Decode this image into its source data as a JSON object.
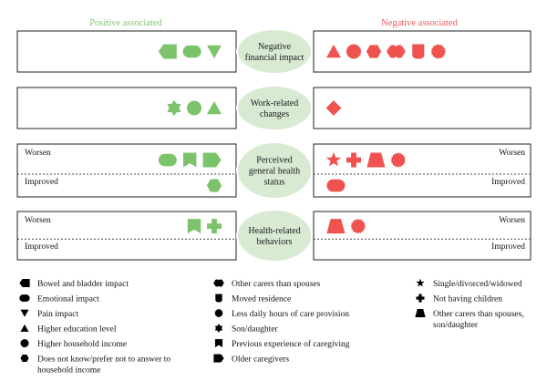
{
  "headers": {
    "positive": "Positive associated",
    "negative": "Negative associated"
  },
  "colors": {
    "positive": "#7dc36b",
    "negative": "#ef5350",
    "ellipse_fill": "#d9ead3",
    "frame": "#222222"
  },
  "rows": [
    {
      "id": "financial",
      "label_lines": [
        "Negative",
        "financial impact"
      ],
      "split": false,
      "left_top": [
        "pentagon-left",
        "stadium",
        "triangle-down"
      ],
      "right_top": [
        "triangle-up",
        "circle",
        "hexagon",
        "cloud",
        "shield",
        "wavy-circle"
      ]
    },
    {
      "id": "work",
      "label_lines": [
        "Work-related",
        "changes"
      ],
      "split": false,
      "left_top": [
        "star6",
        "circle",
        "triangle-up"
      ],
      "right_top": [
        "diamond"
      ]
    },
    {
      "id": "health_status",
      "label_lines": [
        "Perceived",
        "general health",
        "status"
      ],
      "split": true,
      "top_label": "Worsen",
      "bottom_label": "Improved",
      "left_top": [
        "stadium",
        "banner",
        "pentagon-right"
      ],
      "left_bottom": [
        "hexagon"
      ],
      "right_top": [
        "star5",
        "cross",
        "trapezoid",
        "wavy-circle"
      ],
      "right_bottom": [
        "stadium"
      ]
    },
    {
      "id": "behaviors",
      "label_lines": [
        "Health-related",
        "behaviors"
      ],
      "split": true,
      "top_label": "Worsen",
      "bottom_label": "Improved",
      "left_top": [
        "banner",
        "cross"
      ],
      "left_bottom": [],
      "right_top": [
        "trapezoid",
        "wavy-circle"
      ],
      "right_bottom": []
    }
  ],
  "legend": [
    {
      "icon": "pentagon-left",
      "lines": [
        "Bowel and bladder impact"
      ]
    },
    {
      "icon": "stadium",
      "lines": [
        "Emotional impact"
      ]
    },
    {
      "icon": "triangle-down",
      "lines": [
        "Pain impact"
      ]
    },
    {
      "icon": "triangle-up",
      "lines": [
        "Higher education level"
      ]
    },
    {
      "icon": "circle",
      "lines": [
        "Higher household income"
      ]
    },
    {
      "icon": "hexagon",
      "lines": [
        "Does not know/prefer not to answer to",
        "household income"
      ]
    },
    {
      "icon": "cloud",
      "lines": [
        "Other carers than spouses"
      ]
    },
    {
      "icon": "shield",
      "lines": [
        "Moved residence"
      ]
    },
    {
      "icon": "wavy-circle",
      "lines": [
        "Less daily hours of care provision"
      ]
    },
    {
      "icon": "star6",
      "lines": [
        "Son/daughter"
      ]
    },
    {
      "icon": "banner",
      "lines": [
        "Previous experience of caregiving"
      ]
    },
    {
      "icon": "pentagon-right",
      "lines": [
        "Older caregivers"
      ]
    },
    {
      "icon": "star5",
      "lines": [
        "Single/divorced/widowed"
      ]
    },
    {
      "icon": "cross",
      "lines": [
        "Not having children"
      ]
    },
    {
      "icon": "trapezoid",
      "lines": [
        "Other carers than spouses,",
        "son/daughter"
      ]
    }
  ]
}
